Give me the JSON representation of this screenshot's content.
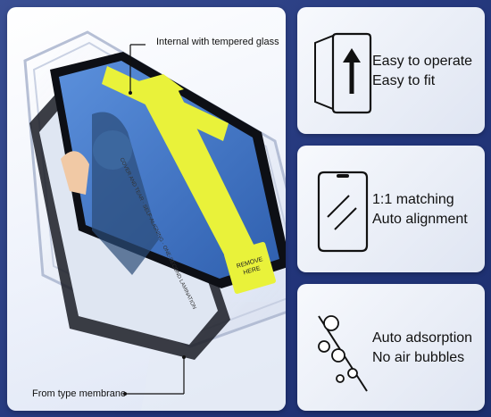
{
  "callouts": {
    "top": "Internal with tempered glass",
    "bottom": "From type membrane"
  },
  "sticker": {
    "remove_line1": "REMOVE",
    "remove_line2": "HERE",
    "vertical_text": "COVER AND TEAR · SELF-ALIGNING · ONE-SECOND LAMINATION"
  },
  "features": [
    {
      "icon": "screen-arrow-icon",
      "line1": "Easy to operate",
      "line2": "Easy to fit"
    },
    {
      "icon": "phone-outline-icon",
      "line1": "1:1 matching",
      "line2": "Auto alignment"
    },
    {
      "icon": "bubbles-icon",
      "line1": "Auto adsorption",
      "line2": "No air bubbles"
    }
  ],
  "colors": {
    "background": "#2c3f82",
    "screen_blue": "#4b7fd0",
    "sticker_yellow": "#e9f23a",
    "card_bg": "#eef2f9"
  }
}
